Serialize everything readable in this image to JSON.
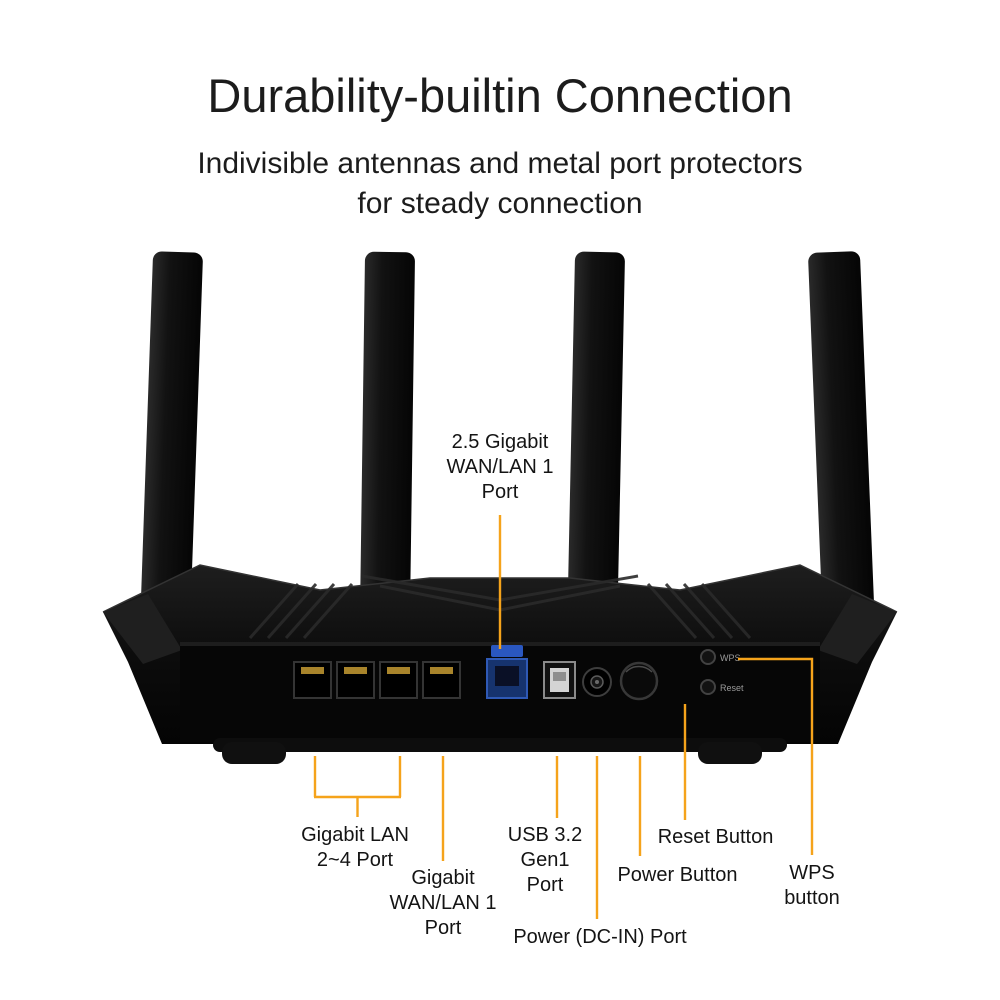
{
  "header": {
    "title": "Durability-builtin Connection",
    "subtitle_line1": "Indivisible antennas and metal port protectors",
    "subtitle_line2": "for steady connection"
  },
  "callouts": {
    "wan25_line1": "2.5 Gigabit",
    "wan25_line2": "WAN/LAN 1",
    "wan25_line3": "Port",
    "lan_line1": "Gigabit LAN",
    "lan_line2": "2~4 Port",
    "wan1_line1": "Gigabit",
    "wan1_line2": "WAN/LAN 1",
    "wan1_line3": "Port",
    "usb_line1": "USB 3.2",
    "usb_line2": "Gen1",
    "usb_line3": "Port",
    "dc_label": "Power (DC-IN) Port",
    "power_button_label": "Power Button",
    "reset_button_label": "Reset Button",
    "wps_line1": "WPS",
    "wps_line2": "button"
  },
  "router": {
    "wps_micro_label": "WPS",
    "reset_micro_label": "Reset"
  },
  "colors": {
    "accent_orange": "#F5A31B",
    "router_black": "#0d0d0d",
    "wan_port_blue": "#2a4fae"
  }
}
